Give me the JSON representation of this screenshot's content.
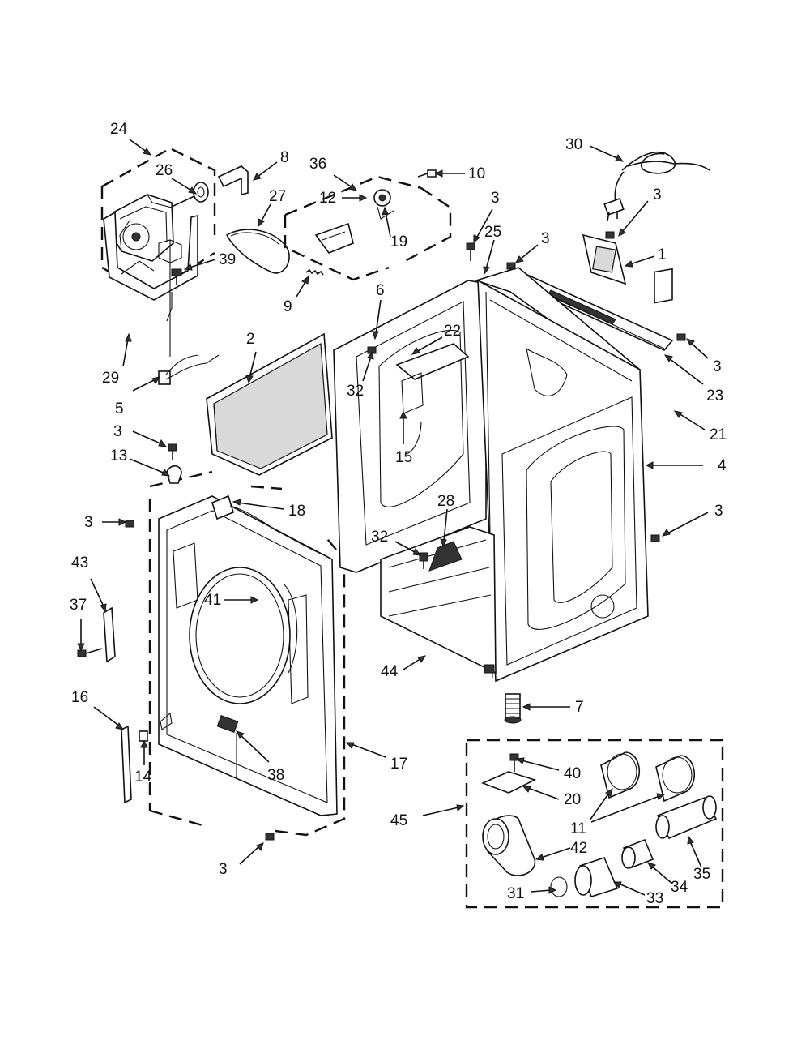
{
  "labels": {
    "l24": "24",
    "l26": "26",
    "l8": "8",
    "l27": "27",
    "l39": "39",
    "l29": "29",
    "l5": "5",
    "l36": "36",
    "l10": "10",
    "l12": "12",
    "l19": "19",
    "l9": "9",
    "l30": "30",
    "l3a": "3",
    "l25": "25",
    "l3b": "3",
    "l3c": "3",
    "l1": "1",
    "l3d": "3",
    "l23": "23",
    "l6": "6",
    "l22": "22",
    "l32a": "32",
    "l15": "15",
    "l2": "2",
    "l21": "21",
    "l4": "4",
    "l3e": "3",
    "l13": "13",
    "l3f": "3",
    "l18": "18",
    "l28": "28",
    "l32b": "32",
    "l3g": "3",
    "l43": "43",
    "l37": "37",
    "l41": "41",
    "l44": "44",
    "l7": "7",
    "l16": "16",
    "l14": "14",
    "l38": "38",
    "l17": "17",
    "l3h": "3",
    "l40": "40",
    "l20": "20",
    "l45": "45",
    "l11": "11",
    "l42": "42",
    "l35": "35",
    "l34": "34",
    "l31": "31",
    "l33": "33"
  },
  "icons": [
    "motor-icon",
    "blower-icon",
    "power-cord-icon",
    "lint-filter-icon",
    "cabinet-icon",
    "front-panel-icon",
    "door-opening-icon",
    "leveling-leg-icon",
    "exhaust-vent-icon"
  ]
}
